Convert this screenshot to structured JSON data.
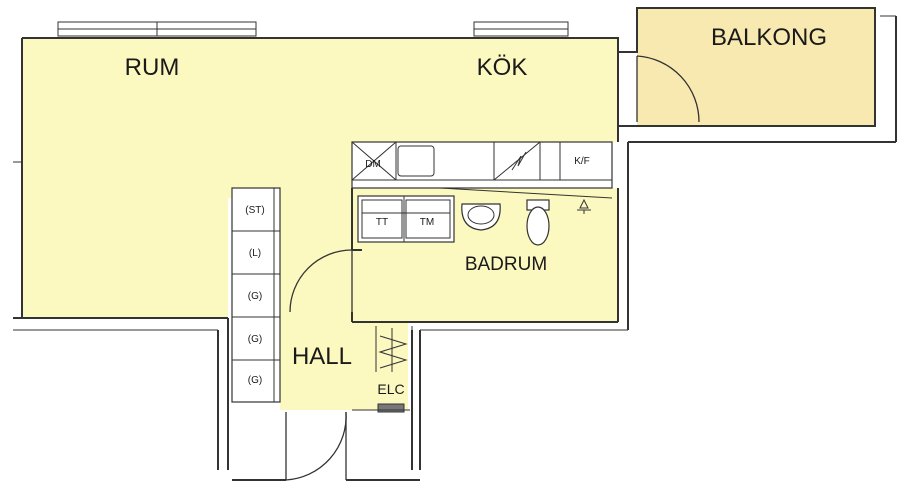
{
  "rooms": {
    "rum": "RUM",
    "kok": "KÖK",
    "balkong": "BALKONG",
    "badrum": "BADRUM",
    "hall": "HALL",
    "elc": "ELC"
  },
  "fixtures": {
    "dm": "DM",
    "kf": "K/F",
    "tt": "TT",
    "tm": "TM"
  },
  "closets": [
    "(ST)",
    "(L)",
    "(G)",
    "(G)",
    "(G)"
  ],
  "colors": {
    "floor": "#fbf8c0",
    "balcony": "#f8e9b1",
    "wall": "#333333"
  }
}
